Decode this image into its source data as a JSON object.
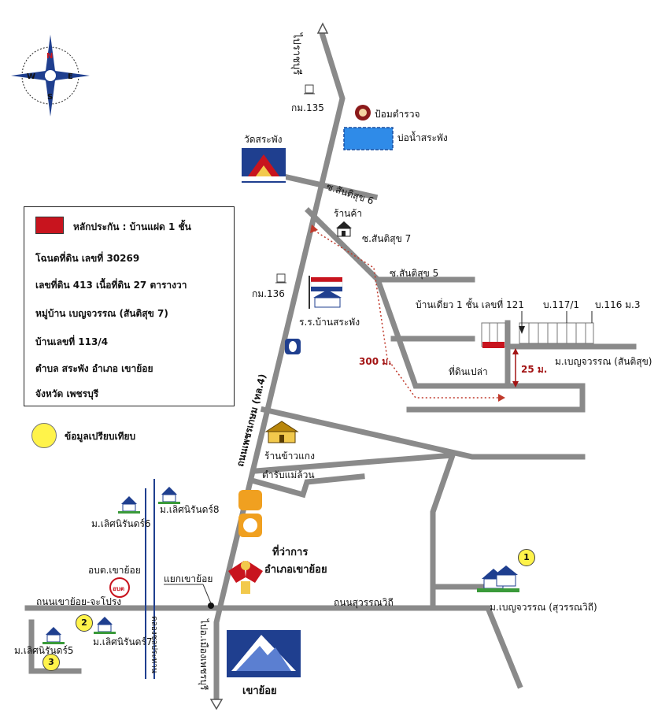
{
  "compass": {
    "north": "N",
    "south": "S",
    "east": "E",
    "west": "W"
  },
  "legend": {
    "collateral": "หลักประกัน : บ้านแฝด 1 ชั้น",
    "deed": "โฉนดที่ดิน เลขที่  30269",
    "land": "เลขที่ดิน 413   เนื้อที่ดิน    27 ตารางวา",
    "village": "หมู่บ้าน เบญจวรรณ (สันติสุข 7)",
    "house_no": "บ้านเลขที่ 113/4",
    "district": "ตำบล  สระพัง  อำเภอ เขาย้อย",
    "province": "จังหวัด  เพชรบุรี"
  },
  "comparison_label": "ข้อมูลเปรียบเทียบ",
  "labels": {
    "to_ratchaburi": "ไปราชบุรี",
    "km135": "กม.135",
    "police_box": "ป้อมตำรวจ",
    "pond": "บ่อน้ำสระพัง",
    "temple": "วัดสระพัง",
    "soi_santisuk6": "ซ.สันติสุข 6",
    "shop": "ร้านค้า",
    "soi_santisuk7": "ซ.สันติสุข 7",
    "soi_santisuk5": "ซ.สันติสุข 5",
    "single_house": "บ้านเดี่ยว 1 ชั้น เลขที่ 121",
    "house_117": "บ.117/1",
    "house_116": "บ.116 ม.3",
    "km136": "กม.136",
    "school": "ร.ร.บ้านสระพัง",
    "dist300": "300 ม.",
    "vacant_land": "ที่ดินเปล่า",
    "dist25": "25 ม.",
    "benjawan_santisuk": "ม.เบญจวรรณ (สันติสุข)",
    "highway": "ถนนเพชรเกษม (ทล.4)",
    "rice_shop": "ร้านข้าวแกง",
    "restaurant": "ตำรับแม่ล้วน",
    "district_office_1": "ที่ว่าการ",
    "district_office_2": "อำเภอเขาย้อย",
    "lertsirin6": "ม.เลิศนิรันดร์6",
    "lertsirin8": "ม.เลิศนิรันดร์8",
    "sao": "อบต.เขาย้อย",
    "junction": "แยกเขาย้อย",
    "road_khaoyoi": "ถนนเขาย้อย-จะโปรง",
    "road_suwanwithi": "ถนนสุวรรณวิถี",
    "benjawan_suwan": "ม.เบญจวรรณ (สุวรรณวิถี)",
    "lertsirin7": "ม.เลิศนิรันดร์7",
    "lertsirin5": "ม.เลิศนิรันดร์5",
    "canal": "คลองชลประทาน",
    "to_phetchaburi": "ไปอ.เมืองเพชรบุรี",
    "khao_yoi": "เขาย้อย",
    "sao_logo": "อบต"
  },
  "markers": [
    "1",
    "2",
    "3"
  ],
  "colors": {
    "road": "#8a8a8a",
    "collateral": "#c8141e",
    "pond": "#2f8be8",
    "marker": "#fff34a",
    "dashed": "#c0392b",
    "compass_blue": "#1f3f8f"
  }
}
